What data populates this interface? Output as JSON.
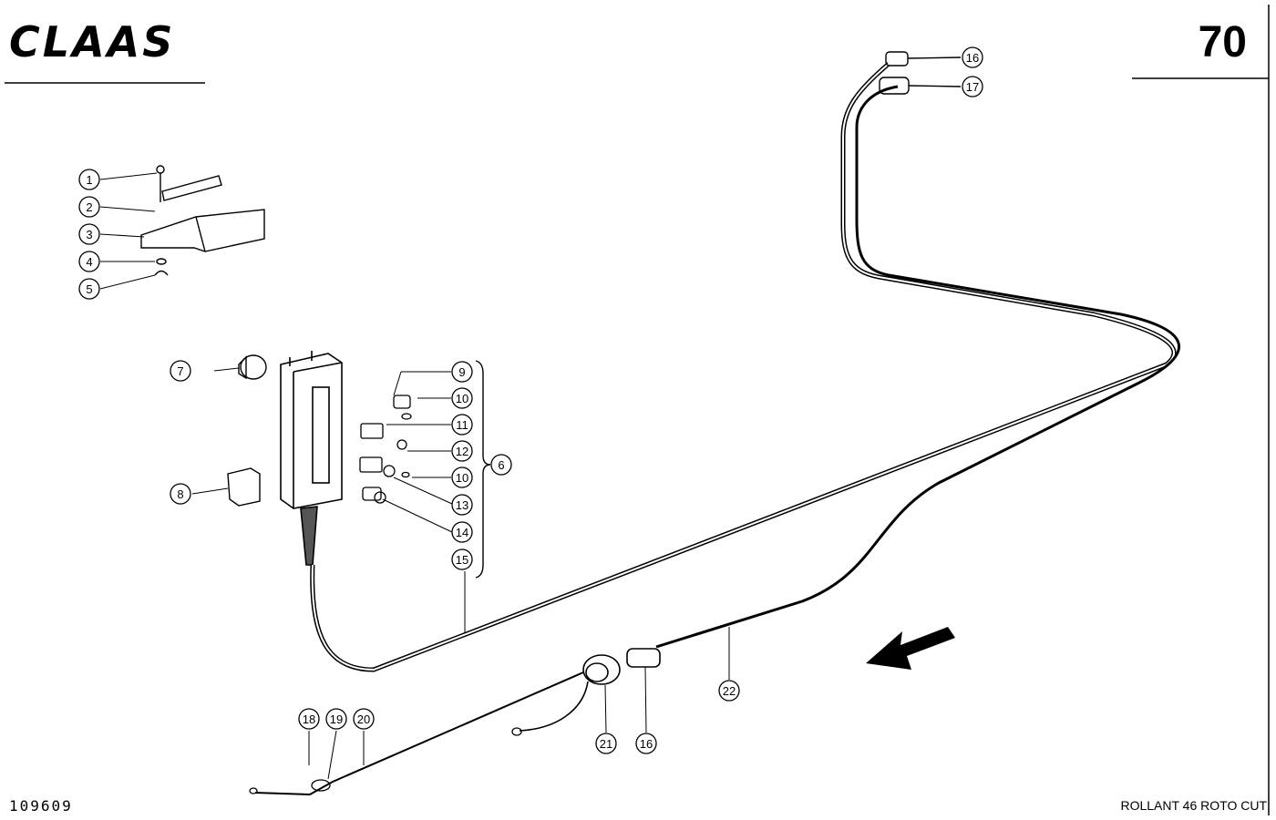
{
  "header": {
    "brand": "CLAAS",
    "page_number": "70"
  },
  "footer": {
    "drawing_id": "109609",
    "model": "ROLLANT 46 ROTO CUT"
  },
  "callouts": [
    {
      "id": "c1",
      "label": "1"
    },
    {
      "id": "c2",
      "label": "2"
    },
    {
      "id": "c3",
      "label": "3"
    },
    {
      "id": "c4",
      "label": "4"
    },
    {
      "id": "c5",
      "label": "5"
    },
    {
      "id": "c7",
      "label": "7"
    },
    {
      "id": "c8",
      "label": "8"
    },
    {
      "id": "c9",
      "label": "9"
    },
    {
      "id": "c10a",
      "label": "10"
    },
    {
      "id": "c11",
      "label": "11"
    },
    {
      "id": "c12",
      "label": "12"
    },
    {
      "id": "c10b",
      "label": "10"
    },
    {
      "id": "c13",
      "label": "13"
    },
    {
      "id": "c14",
      "label": "14"
    },
    {
      "id": "c15",
      "label": "15"
    },
    {
      "id": "c6",
      "label": "6"
    },
    {
      "id": "c16a",
      "label": "16"
    },
    {
      "id": "c17",
      "label": "17"
    },
    {
      "id": "c18",
      "label": "18"
    },
    {
      "id": "c19",
      "label": "19"
    },
    {
      "id": "c20",
      "label": "20"
    },
    {
      "id": "c21",
      "label": "21"
    },
    {
      "id": "c16b",
      "label": "16"
    },
    {
      "id": "c22",
      "label": "22"
    }
  ]
}
